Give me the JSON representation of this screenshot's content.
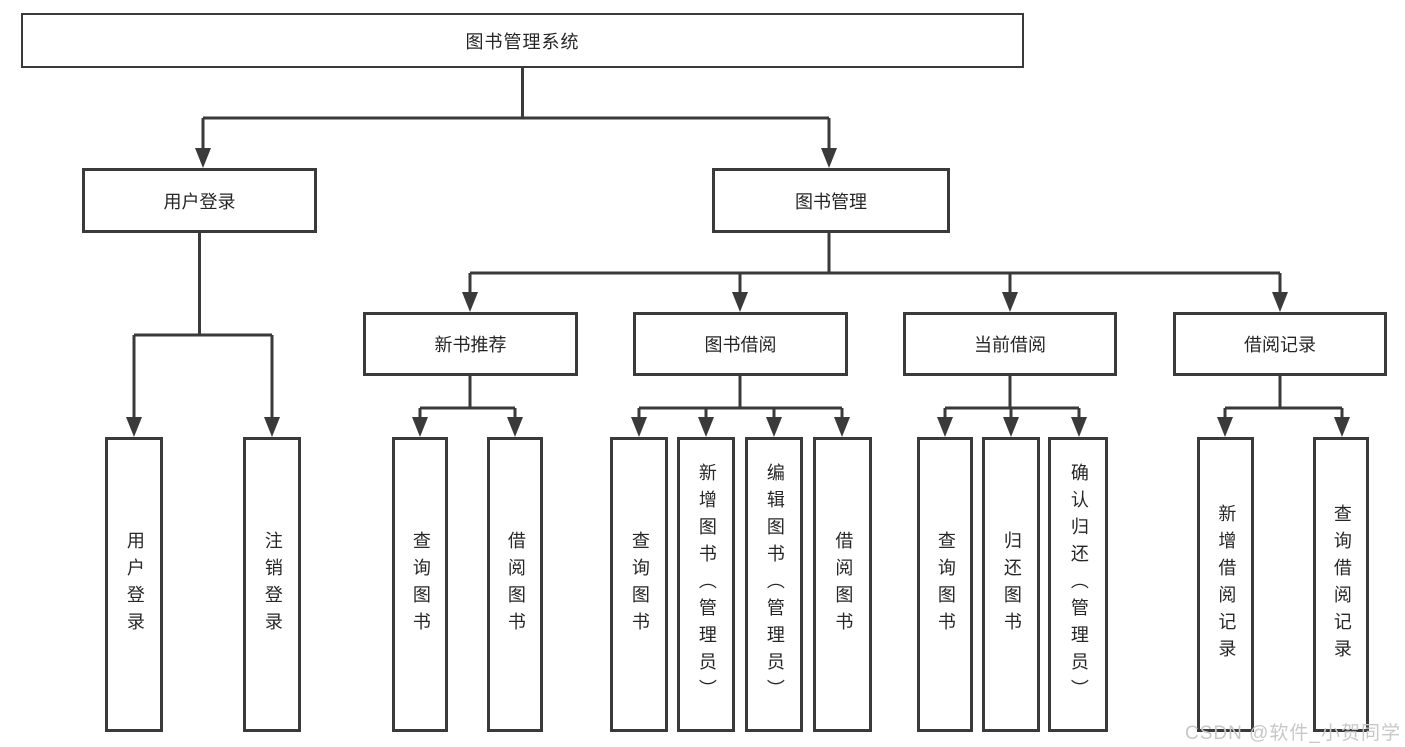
{
  "diagram": {
    "root": {
      "label": "图书管理系统"
    },
    "level2": [
      {
        "label": "用户登录"
      },
      {
        "label": "图书管理"
      }
    ],
    "level3": [
      {
        "label": "新书推荐",
        "parent": "图书管理"
      },
      {
        "label": "图书借阅",
        "parent": "图书管理"
      },
      {
        "label": "当前借阅",
        "parent": "图书管理"
      },
      {
        "label": "借阅记录",
        "parent": "图书管理"
      }
    ],
    "leaves": [
      {
        "label": "用户登录",
        "parent": "用户登录"
      },
      {
        "label": "注销登录",
        "parent": "用户登录"
      },
      {
        "label": "查询图书",
        "parent": "新书推荐"
      },
      {
        "label": "借阅图书",
        "parent": "新书推荐"
      },
      {
        "label": "查询图书",
        "parent": "图书借阅"
      },
      {
        "label": "新增图书（管理员）",
        "parent": "图书借阅"
      },
      {
        "label": "编辑图书（管理员）",
        "parent": "图书借阅"
      },
      {
        "label": "借阅图书",
        "parent": "图书借阅"
      },
      {
        "label": "查询图书",
        "parent": "当前借阅"
      },
      {
        "label": "归还图书",
        "parent": "当前借阅"
      },
      {
        "label": "确认归还（管理员）",
        "parent": "当前借阅"
      },
      {
        "label": "新增借阅记录",
        "parent": "借阅记录"
      },
      {
        "label": "查询借阅记录",
        "parent": "借阅记录"
      }
    ],
    "watermark": "CSDN @软件_小贺同学",
    "colors": {
      "line": "#3a3a3a",
      "text": "#262626",
      "watermark": "#c8c8c8",
      "background": "#ffffff"
    }
  }
}
